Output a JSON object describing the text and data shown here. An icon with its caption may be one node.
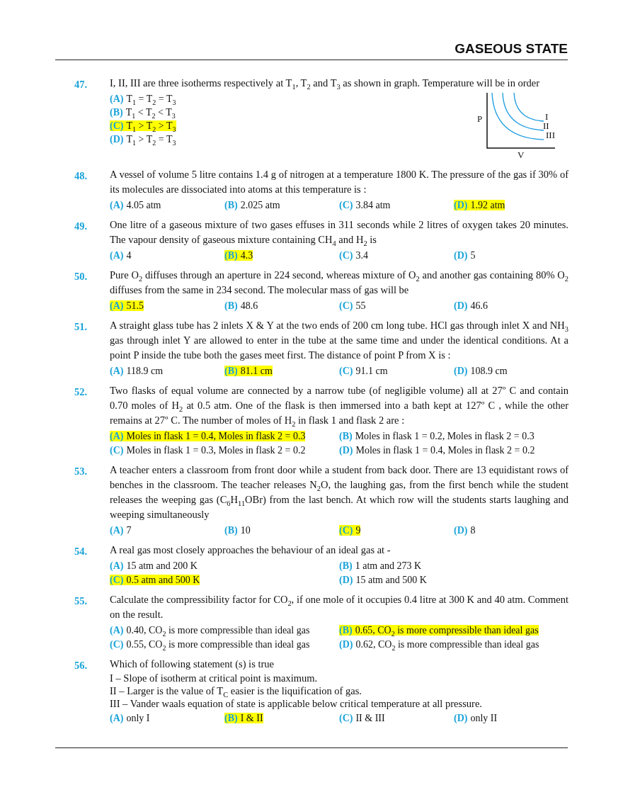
{
  "diagram": {
    "title": "GASEOUS STATE",
    "labels": [
      "47.",
      "I, II, III are three isotherms respectively at T$_{1}$, T$_{2}$ and T$_{3}$ as shown in graph. Temperature will be in order",
      "(A)",
      "T$_{1}$ = T$_{2}$ = T$_{3}$",
      "(B)",
      "T$_{1}$ < T$_{2}$ < T$_{3}$",
      "(C)",
      "T$_{1}$ > T$_{2}$ > T$_{3}$",
      "(D)",
      "T$_{1}$ > T$_{2}$ = T$_{3}$",
      "P",
      "I",
      "II",
      "III",
      "V",
      "48.",
      "A vessel of volume 5 litre contains 1.4 g of nitrogen at a temperature 1800 K. The pressure of the gas if 30% of its molecules are dissociated into atoms at this temperature is :",
      "(A)",
      "4.05 atm",
      "(B)",
      "2.025 atm",
      "(C)",
      "3.84 atm",
      "(D)",
      "1.92 atm",
      "49.",
      "One litre of a gaseous mixture of two gases effuses in 311 seconds while 2 litres of oxygen takes 20 minutes. The vapour density of gaseous mixture containing CH$_{4}$ and H$_{2}$ is",
      "(A)",
      "4",
      "(B)",
      "4.3",
      "(C)",
      "3.4",
      "(D)",
      "5",
      "50.",
      "Pure O$_{2}$ diffuses through an aperture in 224 second, whereas mixture of O$_{2}$ and another gas containing 80% O$_{2}$ diffuses from the same in 234 second. The molecular mass of gas will be",
      "(A)",
      "51.5",
      "(B)",
      "48.6",
      "(C)",
      "55",
      "(D)",
      "46.6",
      "51.",
      "A straight glass tube has 2 inlets X & Y at the two ends of 200 cm long tube. HCl gas through inlet X and NH$_{3}$ gas through inlet Y are allowed to enter in the tube at the same time and under the identical conditions. At a point P inside the tube both the gases meet first. The distance of point P from X is :",
      "(A)",
      "118.9 cm",
      "(B)",
      "81.1 cm",
      "(C)",
      "91.1 cm",
      "(D)",
      "108.9 cm",
      "52.",
      "Two flasks of equal volume are connected by a narrow tube (of negligible volume) all at 27º C and contain 0.70 moles of H$_{2}$ at 0.5 atm. One of the flask is then immersed into a bath kept at 127º C , while the other remains at 27º C. The number of moles of H$_{2}$ in flask 1 and flask 2 are :",
      "(A)",
      "Moles in flask 1 = 0.4, Moles in flask 2 = 0.3",
      "(B)",
      "Moles in flask 1 = 0.2, Moles in flask 2 = 0.3",
      "(C)",
      "Moles in flask 1 = 0.3, Moles in flask 2 = 0.2",
      "(D)",
      "Moles in flask 1 = 0.4, Moles in flask 2 = 0.2",
      "53.",
      "A teacher enters a classroom from front door while a student from back door. There are 13 equidistant rows of benches in the classroom. The teacher releases N$_{2}$O, the laughing gas, from the first bench while the student releases the weeping gas (C$_{6}$H$_{11}$OBr) from the last bench. At which row will the students starts laughing and weeping simultaneously",
      "(A)",
      "7",
      "(B)",
      "10",
      "(C)",
      "9",
      "(D)",
      "8",
      "54.",
      "A real gas most closely approaches the behaviour of an ideal gas at -",
      "(A)",
      "15 atm and 200 K",
      "(B)",
      "1 atm and 273 K",
      "(C)",
      "0.5 atm and 500 K",
      "(D)",
      "15 atm and 500 K",
      "55.",
      "Calculate the compressibility factor for CO$_{2}$, if one mole of it occupies 0.4 litre at 300 K and 40 atm. Comment on the result.",
      "(A)",
      "0.40, CO$_{2}$ is more compressible than ideal gas",
      "(B)",
      "0.65, CO$_{2}$ is more compressible than ideal gas",
      "(C)",
      "0.55, CO$_{2}$ is more compressible than ideal gas",
      "(D)",
      "0.62, CO$_{2}$ is more compressible than ideal gas",
      "56.",
      "Which of following statement (s) is true",
      "I – Slope of isotherm at critical point is maximum.",
      "II – Larger is the value of T$_{C}$ easier is the liquification of gas.",
      "III – Vander waals equation of state is applicable below critical temperature at all pressure.",
      "(A)",
      "only I",
      "(B)",
      "I & II",
      "(C)",
      "II & III",
      "(D)",
      "only II"
    ]
  }
}
